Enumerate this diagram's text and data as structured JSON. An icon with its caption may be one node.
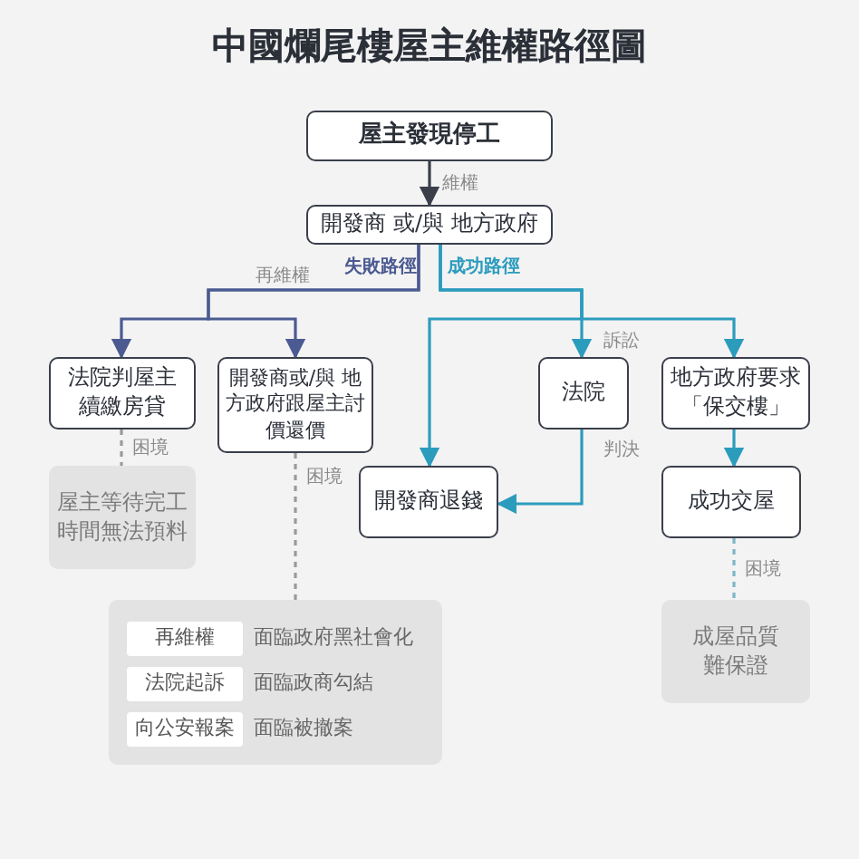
{
  "diagram": {
    "title": "中國爛尾樓屋主維權路徑圖",
    "nodes": [
      {
        "text": [
          "屋主發現停工"
        ]
      },
      {
        "text": [
          "開發商 或/與 地方政府"
        ]
      },
      {
        "text": [
          "法院判屋主續繳房貸"
        ]
      },
      {
        "text": [
          "開發商或/與 地方政府跟屋主討價還價"
        ]
      },
      {
        "text": [
          "法院"
        ]
      },
      {
        "text": [
          "地方政府要求「保交樓」"
        ]
      },
      {
        "text": [
          "開發商退錢"
        ]
      },
      {
        "text": [
          "成功交屋"
        ]
      },
      {
        "text": [
          "屋主等待完工時間無法預料"
        ]
      },
      {
        "text": [],
        "shape": "box"
      },
      {
        "text": [
          "再維權"
        ],
        "in": 9,
        "beside": [
          "面臨政府黑社會化"
        ]
      },
      {
        "text": [
          "法院起訴"
        ],
        "in": 9,
        "beside": [
          "面臨政商勾結"
        ]
      },
      {
        "text": [
          "向公安報案"
        ],
        "in": 9,
        "beside": [
          "面臨被撤案"
        ]
      },
      {
        "text": [
          "成屋品質難保證"
        ]
      }
    ],
    "edges": [
      {
        "from": 0,
        "to": 1,
        "arrow": "to",
        "label": "維權",
        "color": "#3a3f4a"
      },
      {
        "from": 1,
        "to": 2,
        "arrow": "to",
        "color": "#4b5a91"
      },
      {
        "from": 1,
        "to": 3,
        "arrow": "to",
        "color": "#4b5a91"
      },
      {
        "from": 1,
        "to": 6,
        "arrow": "to"
      },
      {
        "from": 1,
        "to": 4,
        "arrow": "to",
        "label": "訴訟"
      },
      {
        "from": 1,
        "to": 5,
        "arrow": "to"
      },
      {
        "from": 4,
        "to": 6,
        "arrow": "to",
        "label": "判決"
      },
      {
        "from": 5,
        "to": 7,
        "arrow": "to"
      },
      {
        "from": 2,
        "to": 8,
        "arrow": "none",
        "label": "困境",
        "style": "dashed",
        "color": "#9a9a9a"
      },
      {
        "from": 3,
        "to": 9,
        "arrow": "none",
        "label": "困境",
        "style": "dashed",
        "color": "#9a9a9a"
      },
      {
        "from": 7,
        "to": 13,
        "arrow": "none",
        "label": "困境",
        "style": "dashed",
        "color": "#7fb6c6"
      }
    ],
    "labels": [
      "再維權",
      "失敗路徑",
      "成功路徑"
    ]
  }
}
